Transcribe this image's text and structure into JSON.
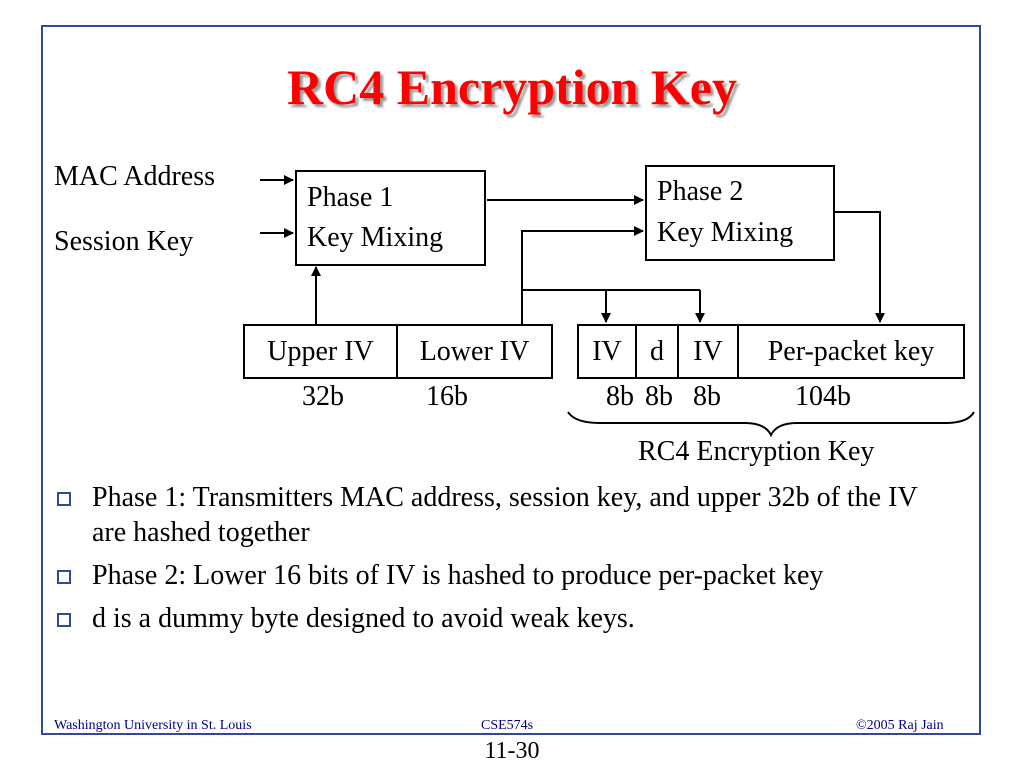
{
  "title": "RC4 Encryption Key",
  "inputs": {
    "mac_address": "MAC Address",
    "session_key": "Session Key"
  },
  "phase1": {
    "line1": "Phase 1",
    "line2": "Key Mixing"
  },
  "phase2": {
    "line1": "Phase 2",
    "line2": "Key Mixing"
  },
  "iv_fields": [
    {
      "label": "Upper IV",
      "size": "32b"
    },
    {
      "label": "Lower IV",
      "size": "16b"
    }
  ],
  "key_fields": [
    {
      "label": "IV",
      "size": "8b"
    },
    {
      "label": "d",
      "size": "8b"
    },
    {
      "label": "IV",
      "size": "8b"
    },
    {
      "label": "Per-packet key",
      "size": "104b"
    }
  ],
  "brace_label": "RC4 Encryption Key",
  "bullets": [
    "Phase 1: Transmitters MAC address, session key, and upper 32b of the IV are hashed together",
    "Phase 2: Lower 16 bits of IV is hashed to produce per-packet key",
    "d is a dummy byte designed to avoid weak keys."
  ],
  "footer": {
    "left": "Washington University in St. Louis",
    "center": "CSE574s",
    "right": "©2005 Raj Jain"
  },
  "page_number": "11-30"
}
